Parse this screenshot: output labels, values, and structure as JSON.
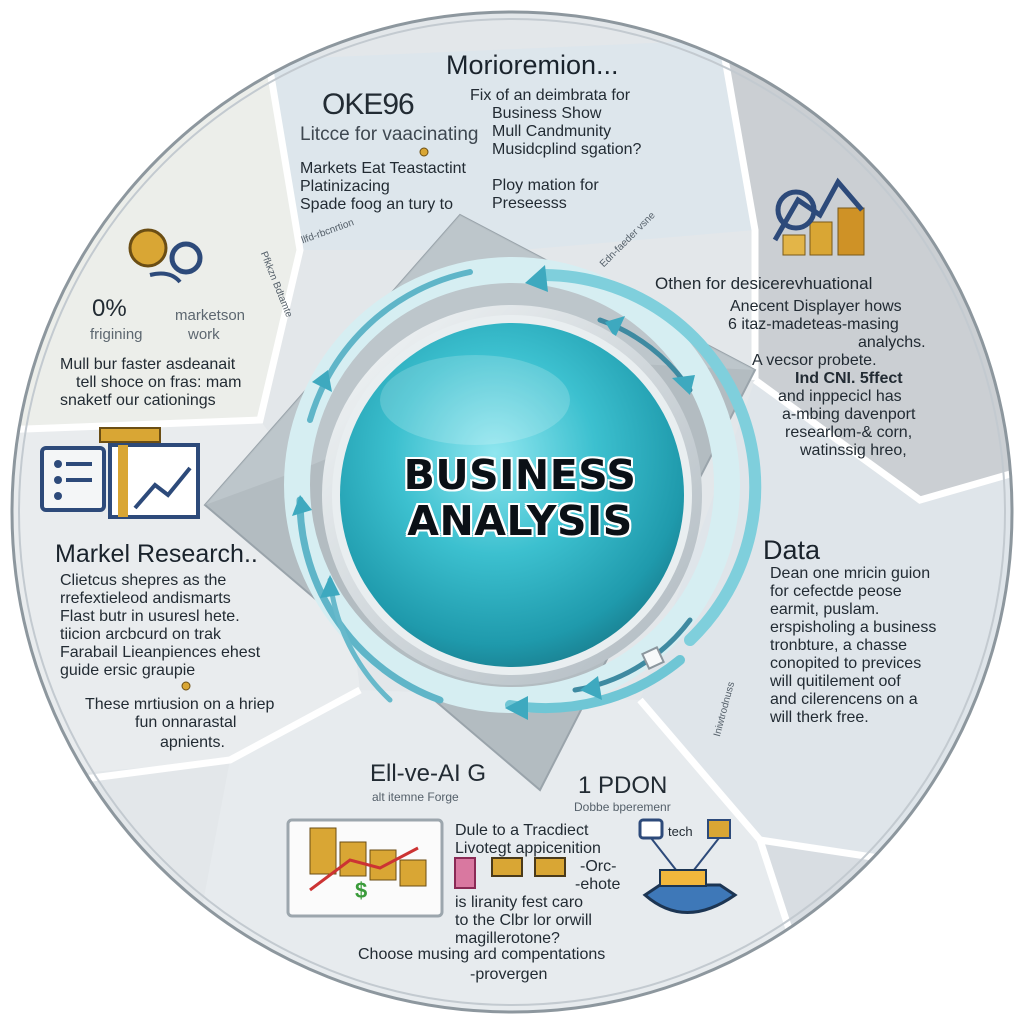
{
  "center": {
    "line1": "BUSINESS",
    "line2": "ANALYSIS"
  },
  "top": {
    "title": "Morioremion...",
    "subtitle_big": "OKE96",
    "subtitle_small": "Litcce for vaacinating",
    "lines_right": [
      "Fix of an deimbrata for",
      "Business Show",
      "Mull Candmunity",
      "Musidcplind sgation?",
      "Ploy mation for",
      "Preseesss"
    ],
    "lines_left": [
      "Markets Eat Teastactint",
      "Platinizacing",
      "Spade foog an tury to"
    ]
  },
  "left": {
    "percent": "0%",
    "percent_label": "frigining",
    "label2_line1": "marketson",
    "label2_line2": "work",
    "bullets": [
      "Mull bur faster asdeanait",
      "tell shoce on fras: mam",
      "snaketf our cationings"
    ]
  },
  "market": {
    "title": "Markel Research..",
    "lines": [
      "Clietcus shepres as the",
      "rrefextieleod andismarts",
      "Flast butr in usuresl hete.",
      "tiicion arcbcurd on trak",
      "Farabail Lieanpiences ehest",
      "guide ersic graupie"
    ],
    "footer": [
      "These mrtiusion on a hriep",
      "fun onnarastal",
      "apnients."
    ]
  },
  "right_top": {
    "title": "Othen for desicerevhuational",
    "lines": [
      "Anecent Displayer hows",
      "6 itaz-madeteas-masing",
      "analychs.",
      "A vecsor probete.",
      "Ind CNI. 5ffect",
      "and inppecicl has",
      "a-mbing davenport",
      "researlom-& corn,",
      "watinssig hreo,"
    ]
  },
  "data": {
    "title": "Data",
    "lines": [
      "Dean one mricin guion",
      "for cefectde peose",
      "earmit, puslam.",
      "erspisholing a business",
      "tronbture, a chasse",
      "conopited to previces",
      "will quitilement oof",
      "and cilerencens on a",
      "will therk free."
    ]
  },
  "bottom_left": {
    "title": "Ell-ve-AI G",
    "subtitle": "alt itemne Forge"
  },
  "bottom_right": {
    "title": "1 PDON",
    "subtitle": "Dobbe bperemenr",
    "tech_label": "tech"
  },
  "bottom": {
    "lines": [
      "Dule to a Tracdiect",
      "Livotegt appicenition",
      "-Orc-",
      "-ehote",
      "is liranity fest caro",
      "to the Clbr lor orwill",
      "magillerotone?"
    ],
    "footer": [
      "Choose musing ard compentations",
      "-provergen"
    ]
  },
  "side_labels": {
    "top_mid": "llfd-rbcnrtion",
    "top_right": "Edn-faeder vsne",
    "left_a": "Pfkkzn Bdtamte",
    "right_low": "Iniwtrodnuss"
  },
  "colors": {
    "accent": "#3fb6c9",
    "panel": "#dfe4e8",
    "panel_light": "#eef1f3",
    "panel_dark": "#c9ced3",
    "gold": "#d8a733",
    "navy": "#2d4a7a"
  }
}
